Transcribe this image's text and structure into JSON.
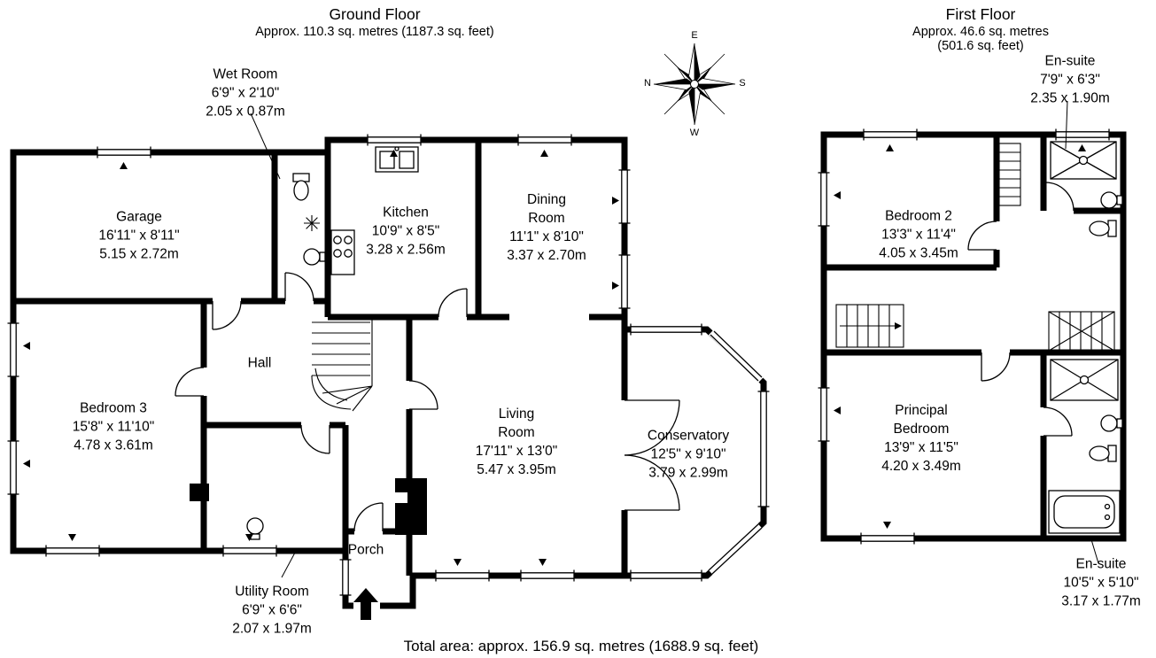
{
  "ground_floor": {
    "title": "Ground Floor",
    "subtitle": "Approx. 110.3 sq. metres (1187.3 sq. feet)",
    "rooms": [
      {
        "name": "Wet Room",
        "imperial": "6'9\" x 2'10\"",
        "metric": "2.05 x 0.87m"
      },
      {
        "name": "Garage",
        "imperial": "16'11\" x 8'11\"",
        "metric": "5.15 x 2.72m"
      },
      {
        "name": "Kitchen",
        "imperial": "10'9\" x 8'5\"",
        "metric": "3.28 x 2.56m"
      },
      {
        "name": "Dining Room",
        "imperial": "11'1\" x 8'10\"",
        "metric": "3.37 x 2.70m"
      },
      {
        "name": "Hall"
      },
      {
        "name": "Bedroom 3",
        "imperial": "15'8\" x 11'10\"",
        "metric": "4.78 x 3.61m"
      },
      {
        "name": "Living Room",
        "imperial": "17'11\" x 13'0\"",
        "metric": "5.47 x 3.95m"
      },
      {
        "name": "Conservatory",
        "imperial": "12'5\" x 9'10\"",
        "metric": "3.79 x 2.99m"
      },
      {
        "name": "Porch"
      },
      {
        "name": "Utility Room",
        "imperial": "6'9\" x 6'6\"",
        "metric": "2.07 x 1.97m"
      }
    ]
  },
  "first_floor": {
    "title": "First Floor",
    "subtitle": "Approx. 46.6 sq. metres (501.6 sq. feet)",
    "rooms": [
      {
        "name": "En-suite",
        "imperial": "7'9\" x 6'3\"",
        "metric": "2.35 x 1.90m"
      },
      {
        "name": "Bedroom 2",
        "imperial": "13'3\" x 11'4\"",
        "metric": "4.05 x 3.45m"
      },
      {
        "name": "Principal Bedroom",
        "imperial": "13'9\" x 11'5\"",
        "metric": "4.20 x 3.49m"
      },
      {
        "name": "En-suite",
        "imperial": "10'5\" x 5'10\"",
        "metric": "3.17 x 1.77m"
      }
    ]
  },
  "compass": {
    "n": "N",
    "e": "E",
    "s": "S",
    "w": "W"
  },
  "footer": {
    "total_area": "Total area: approx. 156.9 sq. metres (1688.9 sq. feet)"
  }
}
